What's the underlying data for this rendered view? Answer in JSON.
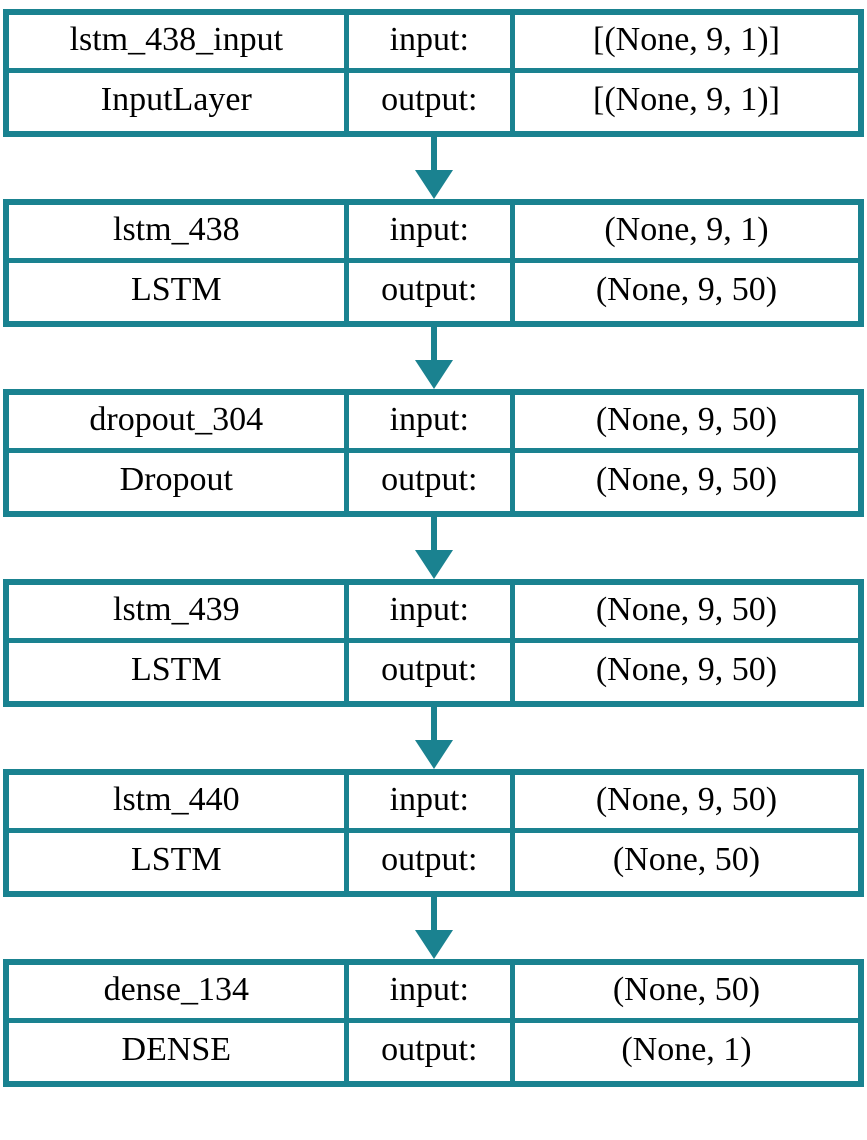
{
  "colors": {
    "accent": "#1a8290",
    "text": "#000000",
    "background": "#ffffff"
  },
  "io_labels": {
    "input": "input:",
    "output": "output:"
  },
  "layers": [
    {
      "name": "lstm_438_input",
      "type": "InputLayer",
      "input_shape": "[(None, 9, 1)]",
      "output_shape": "[(None, 9, 1)]"
    },
    {
      "name": "lstm_438",
      "type": "LSTM",
      "input_shape": "(None, 9, 1)",
      "output_shape": "(None, 9, 50)"
    },
    {
      "name": "dropout_304",
      "type": "Dropout",
      "input_shape": "(None, 9, 50)",
      "output_shape": "(None, 9, 50)"
    },
    {
      "name": "lstm_439",
      "type": "LSTM",
      "input_shape": "(None, 9, 50)",
      "output_shape": "(None, 9, 50)"
    },
    {
      "name": "lstm_440",
      "type": "LSTM",
      "input_shape": "(None, 9, 50)",
      "output_shape": "(None, 50)"
    },
    {
      "name": "dense_134",
      "type": "DENSE",
      "input_shape": "(None, 50)",
      "output_shape": "(None, 1)"
    }
  ]
}
